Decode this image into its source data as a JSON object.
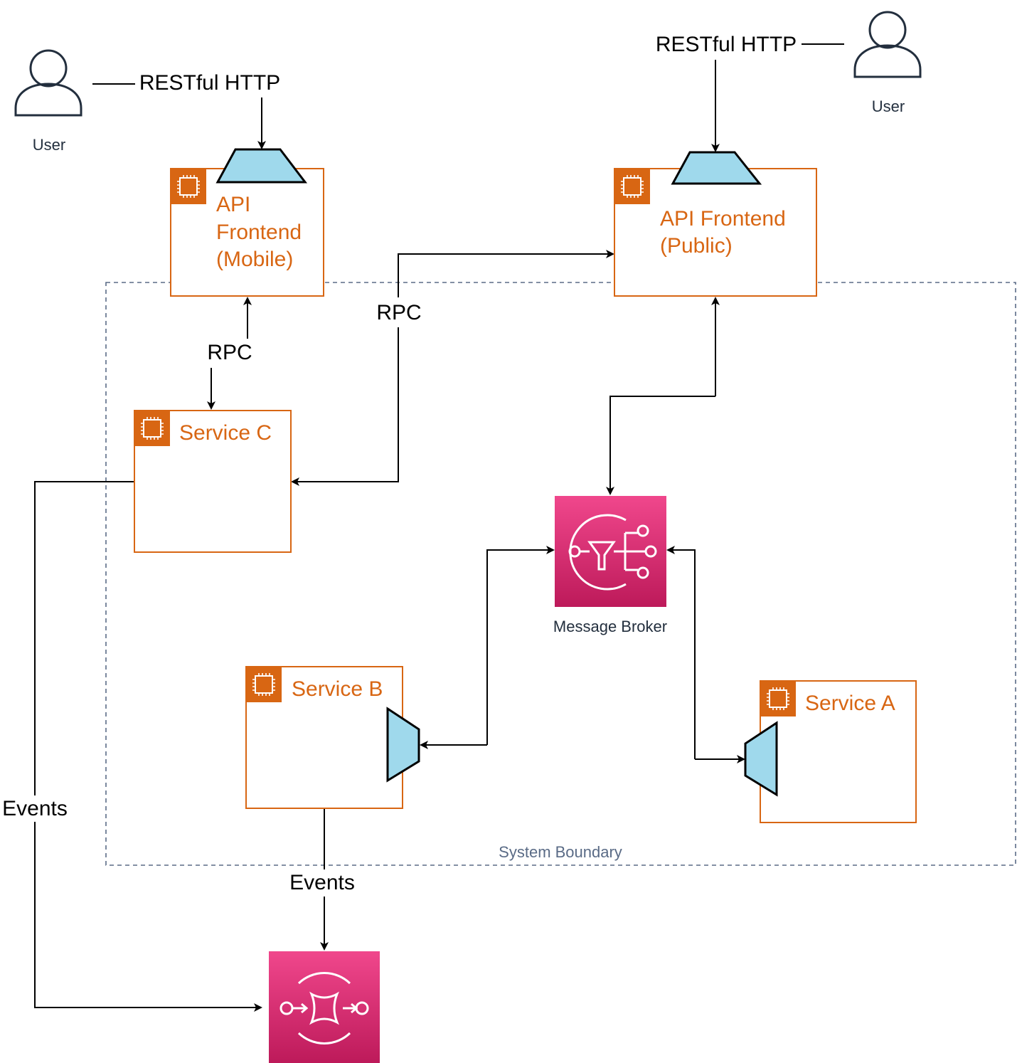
{
  "colors": {
    "service_orange": "#d86613",
    "gateway_fill": "#9fd9ec",
    "broker_pink_top": "#f0478c",
    "broker_pink_bottom": "#bd1a5a",
    "boundary_gray": "#5a6b86",
    "user_outline": "#232f3e",
    "edge": "#000000"
  },
  "icons": {
    "user": "user-icon",
    "service_chip": "chip-icon",
    "gateway": "trapezoid-gateway-icon",
    "message_broker": "sns-filter-icon",
    "event_queue": "sqs-queue-icon"
  },
  "users": {
    "left": {
      "label": "User"
    },
    "right": {
      "label": "User"
    }
  },
  "nodes": {
    "api_mobile": {
      "lines": [
        "API",
        "Frontend",
        "(Mobile)"
      ]
    },
    "api_public": {
      "lines": [
        "API Frontend",
        "(Public)"
      ]
    },
    "service_c": {
      "title": "Service C"
    },
    "service_b": {
      "title": "Service B"
    },
    "service_a": {
      "title": "Service A"
    },
    "message_broker": {
      "label": "Message Broker"
    }
  },
  "boundary": {
    "label": "System Boundary"
  },
  "edges": {
    "http_left": "RESTful HTTP",
    "http_right": "RESTful HTTP",
    "rpc_mobile": "RPC",
    "rpc_public": "RPC",
    "events_c": "Events",
    "events_b": "Events"
  }
}
